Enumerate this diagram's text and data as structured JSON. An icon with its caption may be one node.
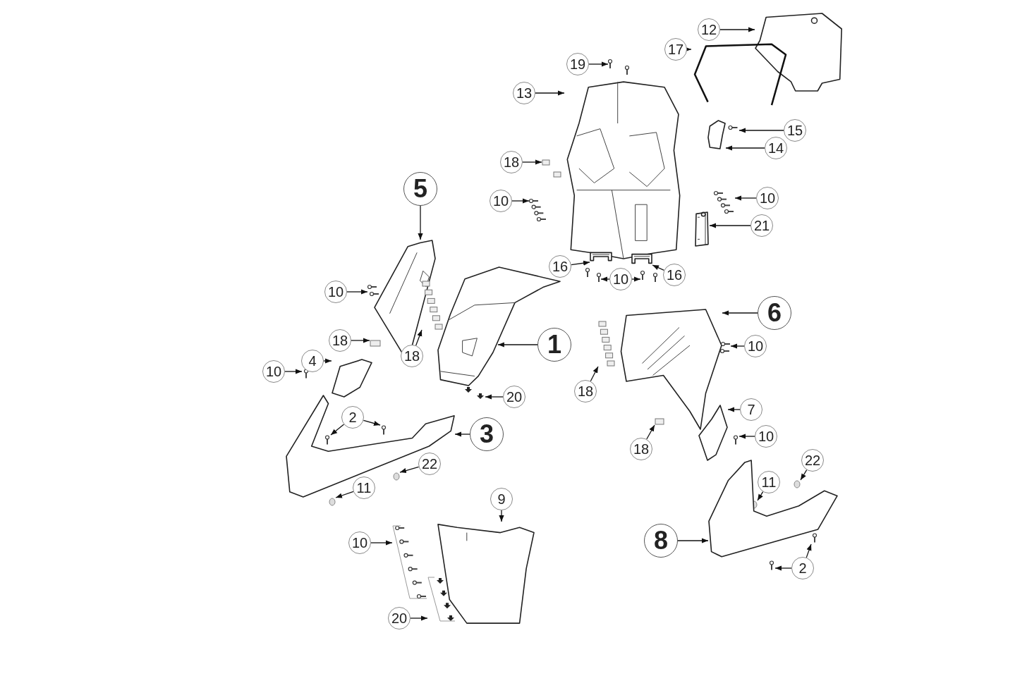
{
  "diagram": {
    "nodes": [
      {
        "text": [
          "12"
        ]
      },
      {
        "text": [],
        "shape": "picture"
      },
      {
        "text": [
          "17"
        ]
      },
      {
        "text": [],
        "shape": "picture"
      },
      {
        "text": [
          "19"
        ]
      },
      {
        "text": [],
        "shape": "picture"
      },
      {
        "text": [
          "13"
        ]
      },
      {
        "text": [],
        "shape": "picture"
      },
      {
        "text": [
          "15"
        ]
      },
      {
        "text": [],
        "shape": "picture"
      },
      {
        "text": [
          "14"
        ]
      },
      {
        "text": [],
        "shape": "picture"
      },
      {
        "text": [
          "18"
        ]
      },
      {
        "text": [],
        "shape": "picture"
      },
      {
        "text": [
          "10"
        ]
      },
      {
        "text": [],
        "shape": "picture"
      },
      {
        "text": [
          "10"
        ]
      },
      {
        "text": [],
        "shape": "picture"
      },
      {
        "text": [
          "21"
        ]
      },
      {
        "text": [],
        "shape": "picture"
      },
      {
        "text": [
          "16"
        ]
      },
      {
        "text": [],
        "shape": "picture"
      },
      {
        "text": [
          "10"
        ]
      },
      {
        "text": [],
        "shape": "picture"
      },
      {
        "text": [],
        "shape": "picture"
      },
      {
        "text": [
          "16"
        ]
      },
      {
        "text": [],
        "shape": "picture"
      },
      {
        "text": [
          "5"
        ]
      },
      {
        "text": [],
        "shape": "picture"
      },
      {
        "text": [
          "10"
        ]
      },
      {
        "text": [],
        "shape": "picture"
      },
      {
        "text": [
          "18"
        ]
      },
      {
        "text": [],
        "shape": "box"
      },
      {
        "text": [
          "18"
        ]
      },
      {
        "text": [],
        "shape": "picture"
      },
      {
        "text": [
          "1"
        ]
      },
      {
        "text": [],
        "shape": "picture"
      },
      {
        "text": [
          "4"
        ]
      },
      {
        "text": [],
        "shape": "picture"
      },
      {
        "text": [
          "10"
        ]
      },
      {
        "text": [],
        "shape": "picture"
      },
      {
        "text": [
          "20"
        ]
      },
      {
        "text": [],
        "shape": "picture"
      },
      {
        "text": [
          "2"
        ]
      },
      {
        "text": [],
        "shape": "picture"
      },
      {
        "text": [],
        "shape": "picture"
      },
      {
        "text": [
          "3"
        ]
      },
      {
        "text": [],
        "shape": "picture"
      },
      {
        "text": [
          "22"
        ]
      },
      {
        "text": [],
        "shape": "circle"
      },
      {
        "text": [
          "11"
        ]
      },
      {
        "text": [],
        "shape": "circle"
      },
      {
        "text": [
          "6"
        ]
      },
      {
        "text": [],
        "shape": "picture"
      },
      {
        "text": [
          "10"
        ]
      },
      {
        "text": [],
        "shape": "picture"
      },
      {
        "text": [
          "18"
        ]
      },
      {
        "text": [],
        "shape": "picture"
      },
      {
        "text": [
          "7"
        ]
      },
      {
        "text": [],
        "shape": "picture"
      },
      {
        "text": [
          "10"
        ]
      },
      {
        "text": [],
        "shape": "picture"
      },
      {
        "text": [
          "18"
        ]
      },
      {
        "text": [],
        "shape": "box"
      },
      {
        "text": [
          "22"
        ]
      },
      {
        "text": [],
        "shape": "circle"
      },
      {
        "text": [
          "11"
        ]
      },
      {
        "text": [],
        "shape": "circle"
      },
      {
        "text": [
          "8"
        ]
      },
      {
        "text": [],
        "shape": "picture"
      },
      {
        "text": [
          "2"
        ]
      },
      {
        "text": [],
        "shape": "picture"
      },
      {
        "text": [],
        "shape": "picture"
      },
      {
        "text": [
          "9"
        ]
      },
      {
        "text": [],
        "shape": "picture"
      },
      {
        "text": [
          "10"
        ]
      },
      {
        "text": [],
        "shape": "picture"
      },
      {
        "text": [
          "20"
        ]
      },
      {
        "text": [],
        "shape": "picture"
      }
    ],
    "edges": [
      {
        "from": 0,
        "to": 1,
        "arrow": "to"
      },
      {
        "from": 2,
        "to": 3,
        "arrow": "to"
      },
      {
        "from": 4,
        "to": 5,
        "arrow": "to"
      },
      {
        "from": 6,
        "to": 7,
        "arrow": "to"
      },
      {
        "from": 8,
        "to": 9,
        "arrow": "to"
      },
      {
        "from": 10,
        "to": 11,
        "arrow": "to"
      },
      {
        "from": 12,
        "to": 13,
        "arrow": "to"
      },
      {
        "from": 14,
        "to": 15,
        "arrow": "to"
      },
      {
        "from": 16,
        "to": 17,
        "arrow": "to"
      },
      {
        "from": 18,
        "to": 19,
        "arrow": "to"
      },
      {
        "from": 20,
        "to": 21,
        "arrow": "to"
      },
      {
        "from": 22,
        "to": 23,
        "arrow": "to"
      },
      {
        "from": 22,
        "to": 24,
        "arrow": "to"
      },
      {
        "from": 25,
        "to": 26,
        "arrow": "to"
      },
      {
        "from": 27,
        "to": 28,
        "arrow": "to"
      },
      {
        "from": 29,
        "to": 30,
        "arrow": "to"
      },
      {
        "from": 31,
        "to": 32,
        "arrow": "to"
      },
      {
        "from": 33,
        "to": 34,
        "arrow": "to"
      },
      {
        "from": 35,
        "to": 36,
        "arrow": "to"
      },
      {
        "from": 37,
        "to": 38,
        "arrow": "to"
      },
      {
        "from": 39,
        "to": 40,
        "arrow": "to"
      },
      {
        "from": 41,
        "to": 42,
        "arrow": "to"
      },
      {
        "from": 43,
        "to": 44,
        "arrow": "to"
      },
      {
        "from": 43,
        "to": 45,
        "arrow": "to"
      },
      {
        "from": 46,
        "to": 47,
        "arrow": "to"
      },
      {
        "from": 48,
        "to": 49,
        "arrow": "to"
      },
      {
        "from": 50,
        "to": 51,
        "arrow": "to"
      },
      {
        "from": 52,
        "to": 53,
        "arrow": "to"
      },
      {
        "from": 54,
        "to": 55,
        "arrow": "to"
      },
      {
        "from": 56,
        "to": 57,
        "arrow": "to"
      },
      {
        "from": 58,
        "to": 59,
        "arrow": "to"
      },
      {
        "from": 60,
        "to": 61,
        "arrow": "to"
      },
      {
        "from": 62,
        "to": 63,
        "arrow": "to"
      },
      {
        "from": 64,
        "to": 65,
        "arrow": "to"
      },
      {
        "from": 66,
        "to": 67,
        "arrow": "to"
      },
      {
        "from": 68,
        "to": 69,
        "arrow": "to"
      },
      {
        "from": 70,
        "to": 71,
        "arrow": "to"
      },
      {
        "from": 70,
        "to": 72,
        "arrow": "to"
      },
      {
        "from": 73,
        "to": 74,
        "arrow": "to"
      },
      {
        "from": 75,
        "to": 76,
        "arrow": "to"
      },
      {
        "from": 77,
        "to": 78,
        "arrow": "to"
      }
    ]
  }
}
